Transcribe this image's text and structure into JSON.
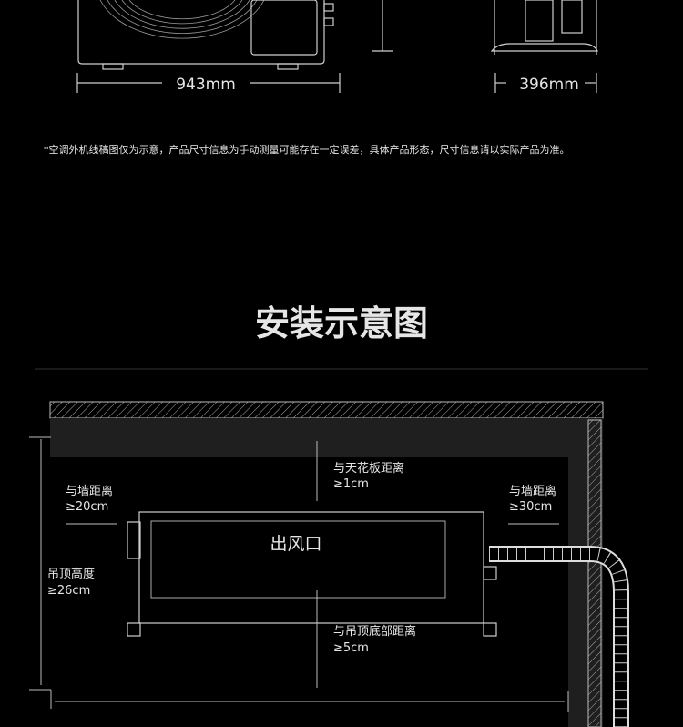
{
  "dimensions": {
    "width_label": "943mm",
    "depth_label": "396mm"
  },
  "disclaimer": "*空调外机线稿图仅为示意，产品尺寸信息为手动测量可能存在一定误差，具体产品形态，尺寸信息请以实际产品为准。",
  "section_title": "安装示意图",
  "diagram": {
    "outlet_label": "出风口",
    "ceiling_distance": {
      "label": "与天花板距离",
      "value": "≥1cm"
    },
    "left_wall": {
      "label": "与墙距离",
      "value": "≥20cm"
    },
    "right_wall": {
      "label": "与墙距离",
      "value": "≥30cm"
    },
    "ceiling_height": {
      "label": "吊顶高度",
      "value": "≥26cm"
    },
    "bottom_distance": {
      "label": "与吊顶底部距离",
      "value": "≥5cm"
    }
  }
}
